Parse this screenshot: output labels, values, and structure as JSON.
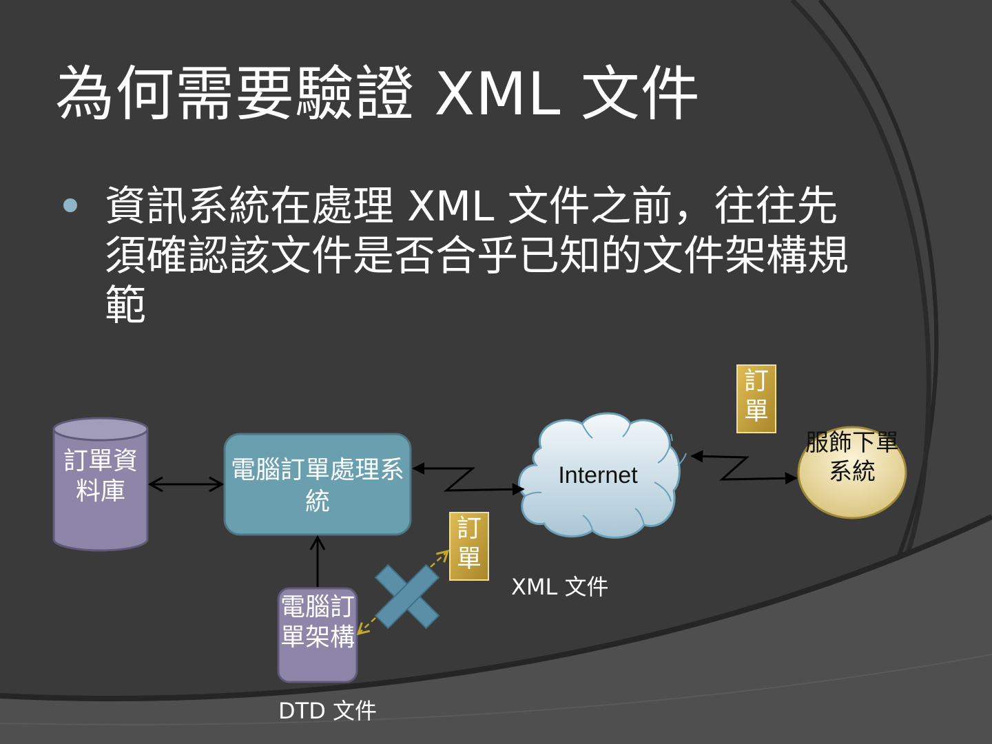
{
  "slide": {
    "title": "為何需要驗證 XML 文件",
    "bullet": "資訊系統在處理 XML 文件之前，往往先須確認該文件是否合乎已知的文件架構規範"
  },
  "diagram": {
    "database": "訂單資料庫",
    "order_system": "電腦訂單處理系統",
    "schema": "電腦訂單架構",
    "internet": "Internet",
    "client_system": "服飾下單系統",
    "order_doc_top": "訂單",
    "order_doc_mid": "訂單",
    "xml_caption": "XML 文件",
    "dtd_caption": "DTD 文件"
  },
  "colors": {
    "background": "#3a3a3a",
    "bullet": "#8fb4c6",
    "system_box": "#6a9fb0",
    "database": "#8d86a8",
    "order_doc": "#c9a43a",
    "cross": "#5b8fa8",
    "invalid_arrow": "#c8a82a"
  }
}
